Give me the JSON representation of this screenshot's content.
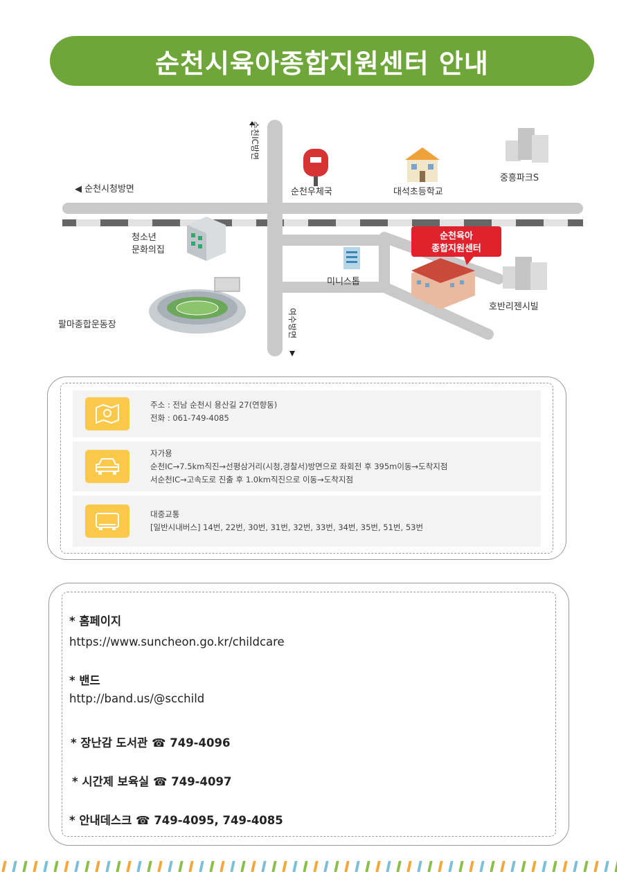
{
  "title": "순천시육아종합지원센터 안내",
  "map": {
    "labels": {
      "road_left": "◀ 순천시청방면",
      "road_top": "순천IC방면",
      "road_bottom": "여수방면",
      "post_office": "순천우체국",
      "school": "대석초등학교",
      "apt_top": "중흥파크S",
      "youth_center_line1": "청소년",
      "youth_center_line2": "문화의집",
      "stadium": "팔마종합운동장",
      "mini_stop": "미니스톱",
      "target_line1": "순천육아",
      "target_line2": "종합지원센터",
      "apt_right": "호반리젠시빌"
    }
  },
  "info": {
    "address_line1": "주소 : 전남 순천시 용산길 27(연향동)",
    "address_line2": "전화 : 061-749-4085",
    "car_title": "자가용",
    "car_line1": "순천IC→7.5km직진→선평삼거리(시청,경찰서)방면으로 좌회전 후 395m이동→도착지점",
    "car_line2": "서순천IC→고속도로 진출 후 1.0km직진으로 이동→도착지점",
    "bus_title": "대중교통",
    "bus_line1": "[일반시내버스] 14번, 22번, 30번, 31번, 32번, 33번, 34번, 35번, 51번, 53번"
  },
  "contacts": {
    "homepage_label": "* 홈페이지",
    "homepage_url": "https://www.suncheon.go.kr/childcare",
    "band_label": "* 밴드",
    "band_url": "http://band.us/@scchild",
    "toy_library": "* 장난감 도서관 ☎ 749-4096",
    "hourly_care": "* 시간제 보육실 ☎ 749-4097",
    "info_desk": "* 안내데스크 ☎ 749-4095, 749-4085"
  },
  "colors": {
    "banner": "#6fa63a",
    "icon_bg": "#fbc94a",
    "target_label": "#e1222d",
    "stripes": [
      "#f4a73b",
      "#7bc0d8",
      "#8bbf4a"
    ]
  }
}
